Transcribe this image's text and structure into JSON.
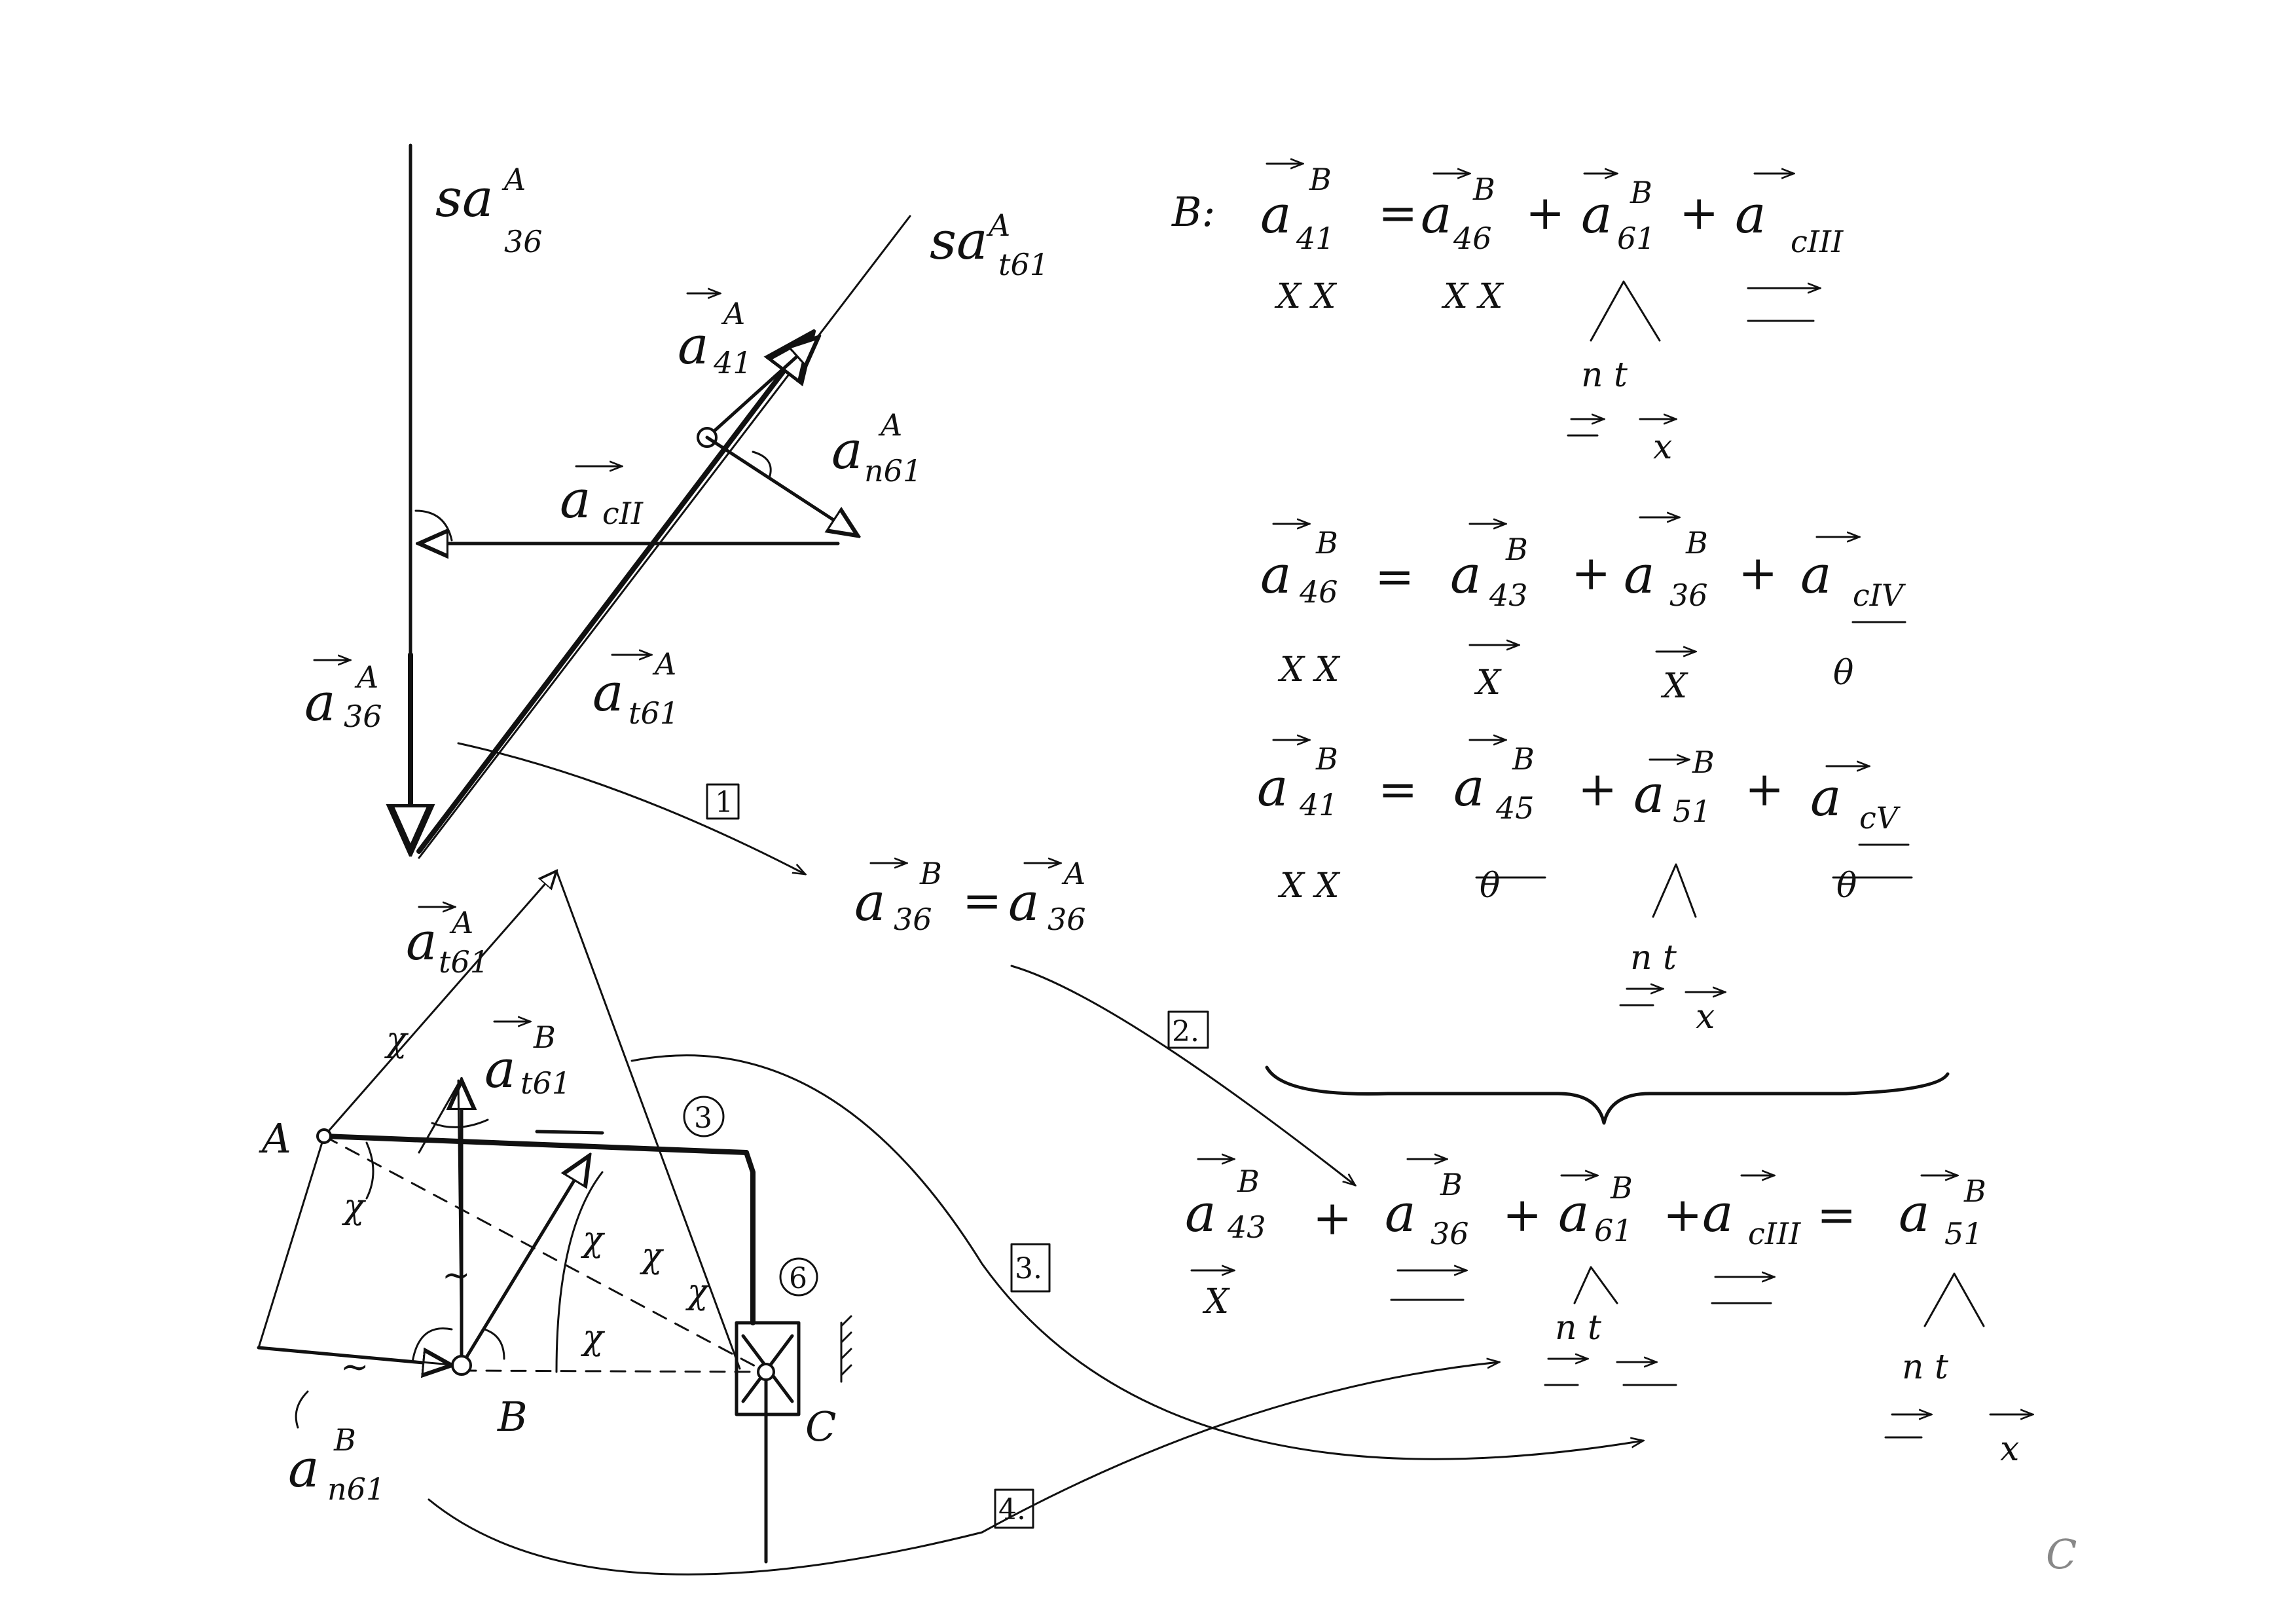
{
  "diagram": {
    "labels": {
      "point_A": "A",
      "point_B": "B",
      "point_C": "C",
      "link_3": "3",
      "link_6": "6",
      "step_1": "1",
      "step_2": "2.",
      "step_3": "3.",
      "step_4": "4."
    },
    "vector_labels": {
      "s_a_36": {
        "base": "sa",
        "sup": "A",
        "sub": "36"
      },
      "s_a_t61": {
        "base": "sa",
        "sup": "A",
        "sub": "t61"
      },
      "a_41": {
        "base": "a",
        "sup": "A",
        "sub": "41"
      },
      "a_n61": {
        "base": "a",
        "sup": "A",
        "sub": "n61"
      },
      "a_cII": {
        "base": "a",
        "sup": "",
        "sub": "cII"
      },
      "a_36": {
        "base": "a",
        "sup": "A",
        "sub": "36"
      },
      "a_t61_top": {
        "base": "a",
        "sup": "A",
        "sub": "t61"
      },
      "a_t61_A": {
        "base": "a",
        "sup": "A",
        "sub": "t61"
      },
      "a_t61_B": {
        "base": "a",
        "sup": "B",
        "sub": "t61"
      },
      "a_n61_B": {
        "base": "a",
        "sup": "B",
        "sub": "n61"
      }
    },
    "transfer": {
      "lhs_base": "a",
      "lhs_sup": "B",
      "lhs_sub": "36",
      "eq": "=",
      "rhs_base": "a",
      "rhs_sup": "A",
      "rhs_sub": "36"
    },
    "dimension_marks": {
      "x": "x",
      "approx": "~",
      "theta": "χ"
    }
  },
  "equations": {
    "eq1": {
      "prefix": "B:",
      "terms": [
        {
          "base": "a",
          "sup": "B",
          "sub": "41"
        },
        {
          "base": "a",
          "sup": "B",
          "sub": "46"
        },
        {
          "base": "a",
          "sup": "B",
          "sub": "61"
        },
        {
          "base": "a",
          "sup": "",
          "sub": "cIII"
        }
      ],
      "ops": [
        "=",
        "+",
        "+"
      ],
      "marks": [
        "X X",
        "X X",
        "n  t",
        ""
      ]
    },
    "eq2": {
      "terms": [
        {
          "base": "a",
          "sup": "B",
          "sub": "46"
        },
        {
          "base": "a",
          "sup": "B",
          "sub": "43"
        },
        {
          "base": "a",
          "sup": "B",
          "sub": "36"
        },
        {
          "base": "a",
          "sup": "",
          "sub": "cIV"
        }
      ],
      "ops": [
        "=",
        "+",
        "+"
      ],
      "marks": [
        "X X",
        "X",
        "X",
        "θ"
      ]
    },
    "eq3": {
      "terms": [
        {
          "base": "a",
          "sup": "B",
          "sub": "41"
        },
        {
          "base": "a",
          "sup": "B",
          "sub": "45"
        },
        {
          "base": "a",
          "sup": "B",
          "sub": "51"
        },
        {
          "base": "a",
          "sup": "",
          "sub": "cV"
        }
      ],
      "ops": [
        "=",
        "+",
        "+"
      ],
      "marks": [
        "X X",
        "θ",
        "n  t",
        "θ"
      ]
    },
    "eq4": {
      "terms": [
        {
          "base": "a",
          "sup": "B",
          "sub": "43"
        },
        {
          "base": "a",
          "sup": "B",
          "sub": "36"
        },
        {
          "base": "a",
          "sup": "B",
          "sub": "61"
        },
        {
          "base": "a",
          "sup": "",
          "sub": "cIII"
        },
        {
          "base": "a",
          "sup": "B",
          "sub": "51"
        }
      ],
      "ops": [
        "+",
        "+",
        "+",
        "="
      ],
      "marks": [
        "X",
        "",
        "n  t",
        "",
        "n  t"
      ]
    }
  },
  "corner_mark": "C"
}
